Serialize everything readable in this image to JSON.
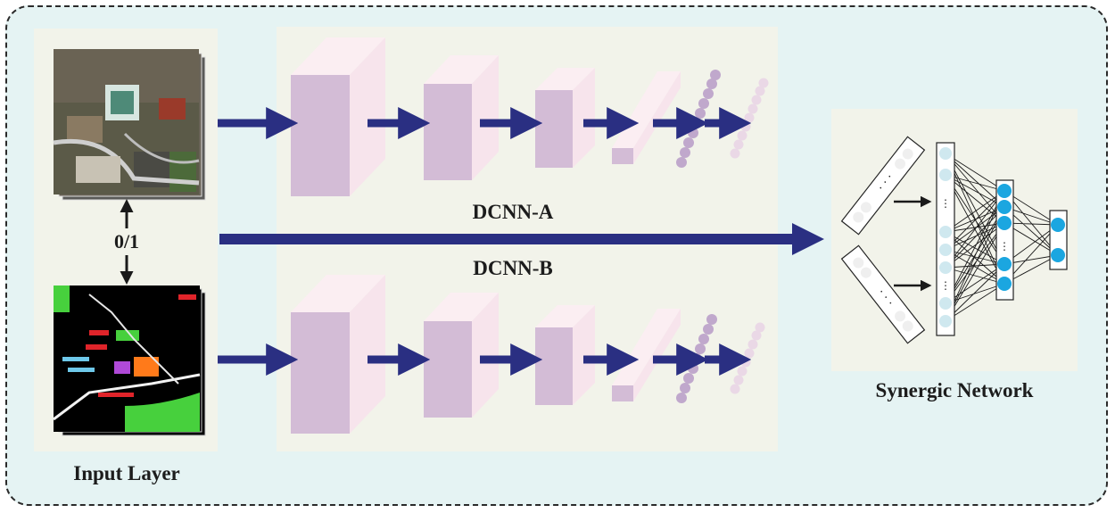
{
  "labels": {
    "input_layer": "Input Layer",
    "dcnn_a": "DCNN-A",
    "dcnn_b": "DCNN-B",
    "synergic_network": "Synergic Network",
    "switch": "0/1"
  },
  "colors": {
    "background": "#e5f3f3",
    "panel": "#f2f3ea",
    "arrow": "#2a2f82",
    "block_front": "#d3bcd6",
    "block_side": "#f7e4ec",
    "neuron_light": "#cfe8ef",
    "neuron_bright": "#1ba6e0"
  }
}
